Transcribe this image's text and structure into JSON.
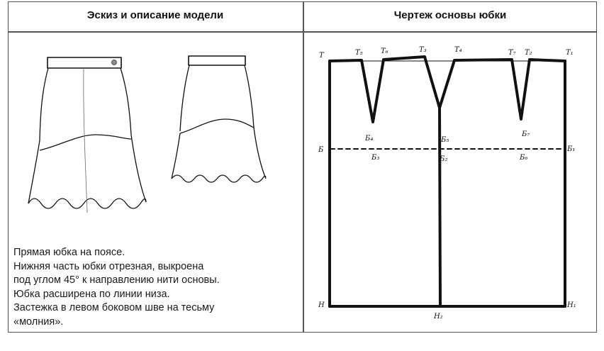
{
  "headers": {
    "left": "Эскиз и описание модели",
    "right": "Чертеж основы юбки"
  },
  "description": [
    "Прямая юбка на поясе.",
    "Нижняя часть юбки отрезная, выкроена",
    "под углом 45° к направлению нити основы.",
    "Юбка расширена по линии низа.",
    "Застежка в левом боковом шве на тесьму",
    "«молния»."
  ],
  "drawing_labels": {
    "T": "Т",
    "T1": "Т₁",
    "T2": "Т₂",
    "T3": "Т₃",
    "T4": "Т₄",
    "T5": "Т₅",
    "T6": "Т₆",
    "T7": "Т₇",
    "B": "Б",
    "B1": "Б₁",
    "B2": "Б₂",
    "B3": "Б₃",
    "B4": "Б₄",
    "B5": "Б₅",
    "B6": "Б₆",
    "B7": "Б₇",
    "H": "Н",
    "H1": "Н₁",
    "H2": "Н₂"
  },
  "colors": {
    "line": "#111111",
    "frame": "#555555",
    "background": "#ffffff"
  }
}
